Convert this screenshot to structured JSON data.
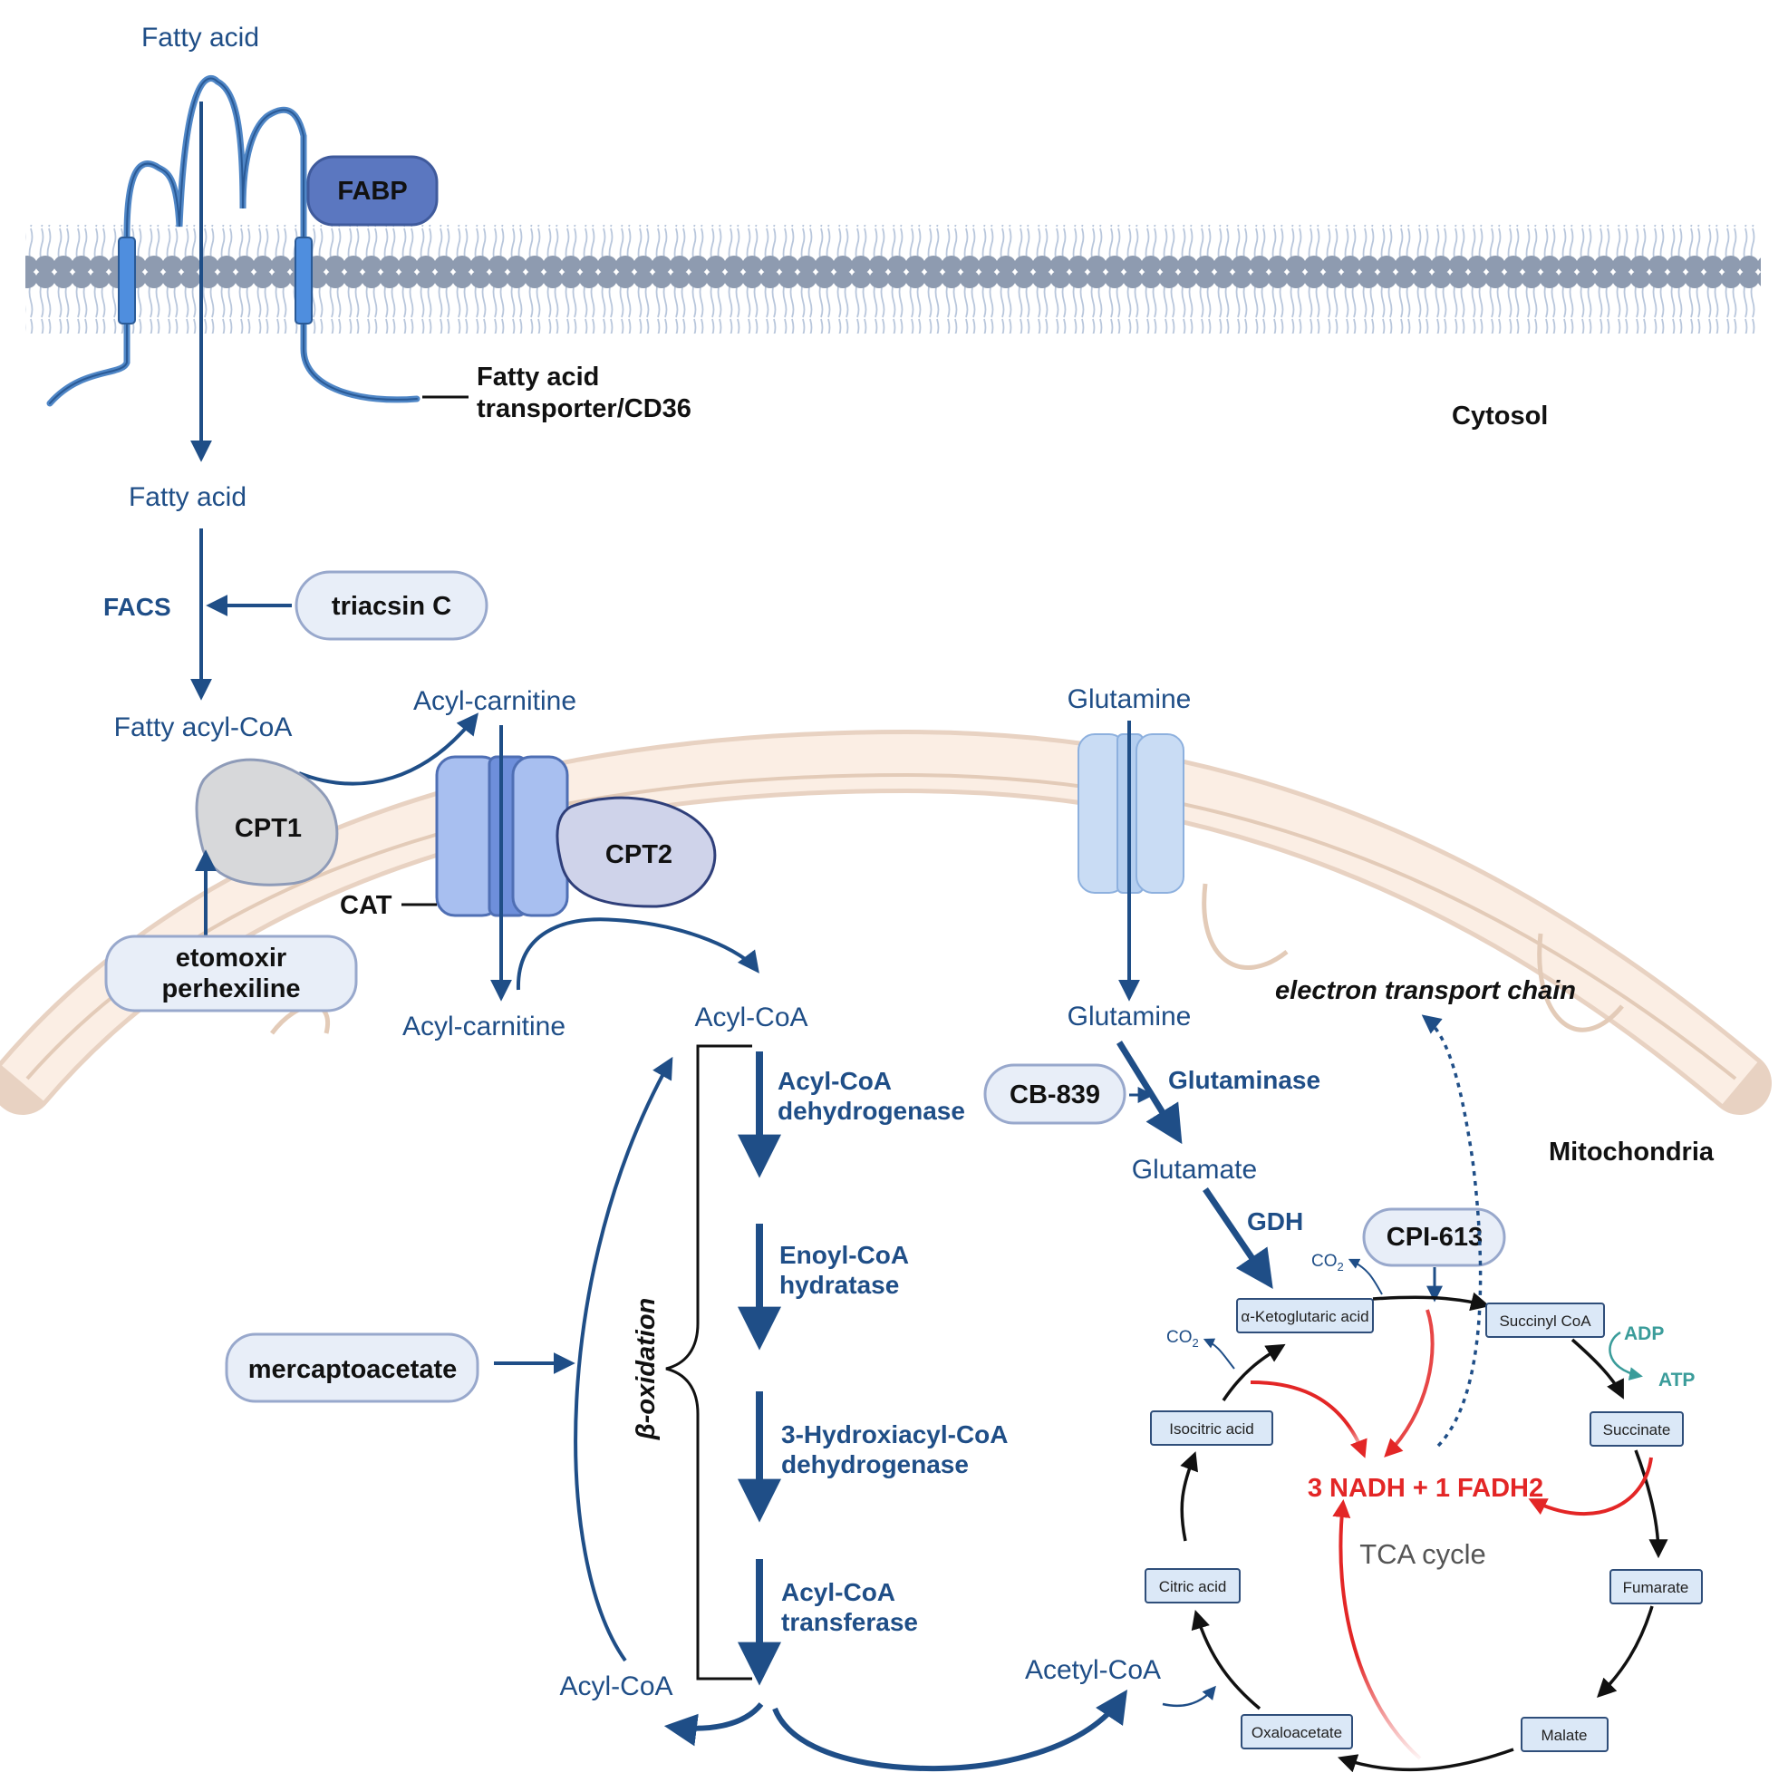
{
  "membrane": {
    "fatty_acid_out": "Fatty acid",
    "fabp": "FABP",
    "transporter_line1": "Fatty acid",
    "transporter_line2": "transporter/CD36",
    "cytosol": "Cytosol"
  },
  "cytosol_pathway": {
    "fatty_acid_in": "Fatty acid",
    "facs": "FACS",
    "triacsin": "triacsin C",
    "fatty_acyl_coa": "Fatty acyl-CoA",
    "acyl_carnitine_top": "Acyl-carnitine",
    "cpt1": "CPT1",
    "cpt2": "CPT2",
    "cat": "CAT",
    "etomoxir_line1": "etomoxir",
    "etomoxir_line2": "perhexiline",
    "acyl_carnitine_bottom": "Acyl-carnitine",
    "glutamine_top": "Glutamine"
  },
  "mitochondria": {
    "label": "Mitochondria",
    "etc": "electron transport chain",
    "acyl_coa_top": "Acyl-CoA",
    "beta_oxidation": "β-oxidation",
    "mercaptoacetate": "mercaptoacetate",
    "enzymes": [
      {
        "line1": "Acyl-CoA",
        "line2": "dehydrogenase"
      },
      {
        "line1": "Enoyl-CoA",
        "line2": "hydratase"
      },
      {
        "line1": "3-Hydroxiacyl-CoA",
        "line2": "dehydrogenase"
      },
      {
        "line1": "Acyl-CoA",
        "line2": "transferase"
      }
    ],
    "acyl_coa_bottom": "Acyl-CoA",
    "acetyl_coa": "Acetyl-CoA",
    "glutamine_bottom": "Glutamine",
    "cb839": "CB-839",
    "glutaminase": "Glutaminase",
    "glutamate": "Glutamate",
    "gdh": "GDH",
    "cpi613": "CPI-613"
  },
  "tca": {
    "label": "TCA cycle",
    "nadh": "3 NADH + 1 FADH2",
    "co2": "CO",
    "co2_sub": "2",
    "adp": "ADP",
    "atp": "ATP",
    "metabolites": {
      "akg": "α-Ketoglutaric acid",
      "succinyl": "Succinyl CoA",
      "succinate": "Succinate",
      "fumarate": "Fumarate",
      "malate": "Malate",
      "oxaloacetate": "Oxaloacetate",
      "citric": "Citric acid",
      "isocitric": "Isocitric acid"
    }
  },
  "colors": {
    "pathway_blue": "#1f4e87",
    "nadh_red": "#e32626",
    "atp_teal": "#3a9c9a",
    "membrane_gray": "#8e9bb0",
    "mito_fill": "#fbeee4"
  }
}
